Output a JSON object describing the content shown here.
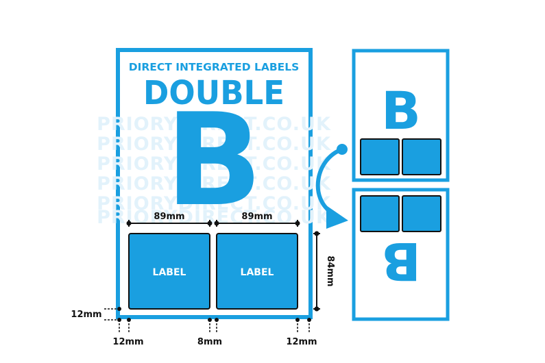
{
  "heading": "DIRECT INTEGRATED LABELS",
  "product_word": "DOUBLE",
  "product_letter": "B",
  "watermark": "PRIORYDIRECT.CO.UK",
  "label_text": "LABEL",
  "dimensions": {
    "label_width": "89mm",
    "label_height": "84mm",
    "side_margin": "12mm",
    "gap": "8mm",
    "bottom_margin": "12mm"
  },
  "colors": {
    "brand_blue": "#1a9fe0",
    "watermark": "#e2f2fb",
    "ink": "#111111",
    "background": "#ffffff"
  },
  "icons": {
    "arrow": "curved-arrow-icon",
    "dimension_dot": "dot-icon"
  }
}
